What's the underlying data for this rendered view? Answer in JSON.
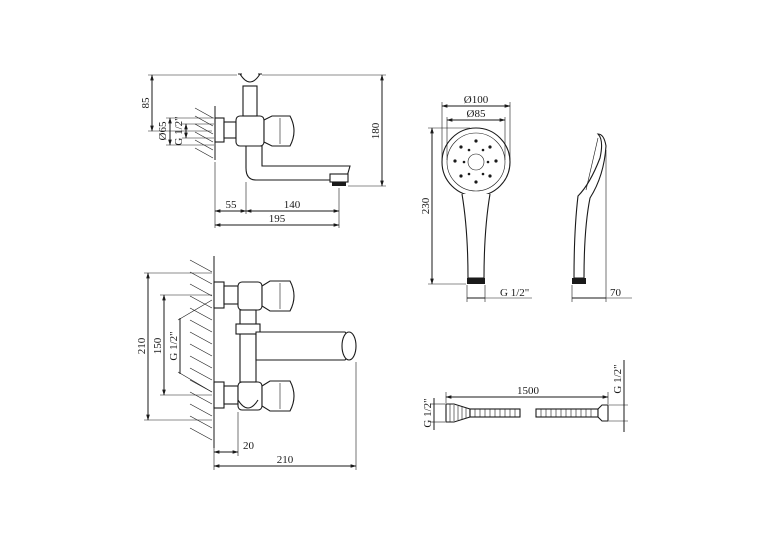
{
  "dimensions": {
    "top_view": {
      "height_85": "85",
      "diameter_65": "Ø65",
      "thread": "G 1/2\"",
      "height_180": "180",
      "length_55": "55",
      "length_140": "140",
      "length_195": "195"
    },
    "front_view": {
      "height_210": "210",
      "spacing_150": "150",
      "thread": "G 1/2\"",
      "depth_20": "20",
      "width_210": "210"
    },
    "hand_shower": {
      "diameter_100": "Ø100",
      "diameter_85": "Ø85",
      "length_230": "230",
      "thread": "G 1/2\"",
      "depth_70": "70"
    },
    "hose": {
      "thread_left": "G 1/2\"",
      "length_1500": "1500",
      "thread_right": "G 1/2\""
    }
  }
}
